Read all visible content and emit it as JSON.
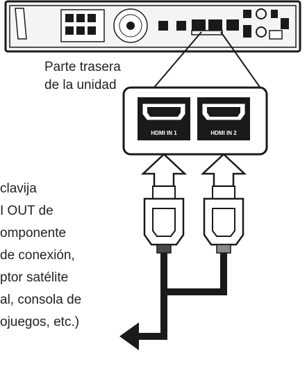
{
  "caption_unit_rear": [
    "Parte trasera",
    "de la unidad"
  ],
  "port_labels": [
    "HDMI IN 1",
    "HDMI IN 2"
  ],
  "caption_source": [
    "clavija",
    "I OUT de",
    "omponente",
    "de conexión,",
    "ptor satélite",
    "al, consola de",
    "ojuegos, etc.)"
  ],
  "colors": {
    "line": "#1a1a1a",
    "panel_fill": "#e8e8e8",
    "port_fill": "#1a1a1a",
    "plug_left_band": "#4a4a4a",
    "plug_right_band": "#8a8a8a"
  }
}
